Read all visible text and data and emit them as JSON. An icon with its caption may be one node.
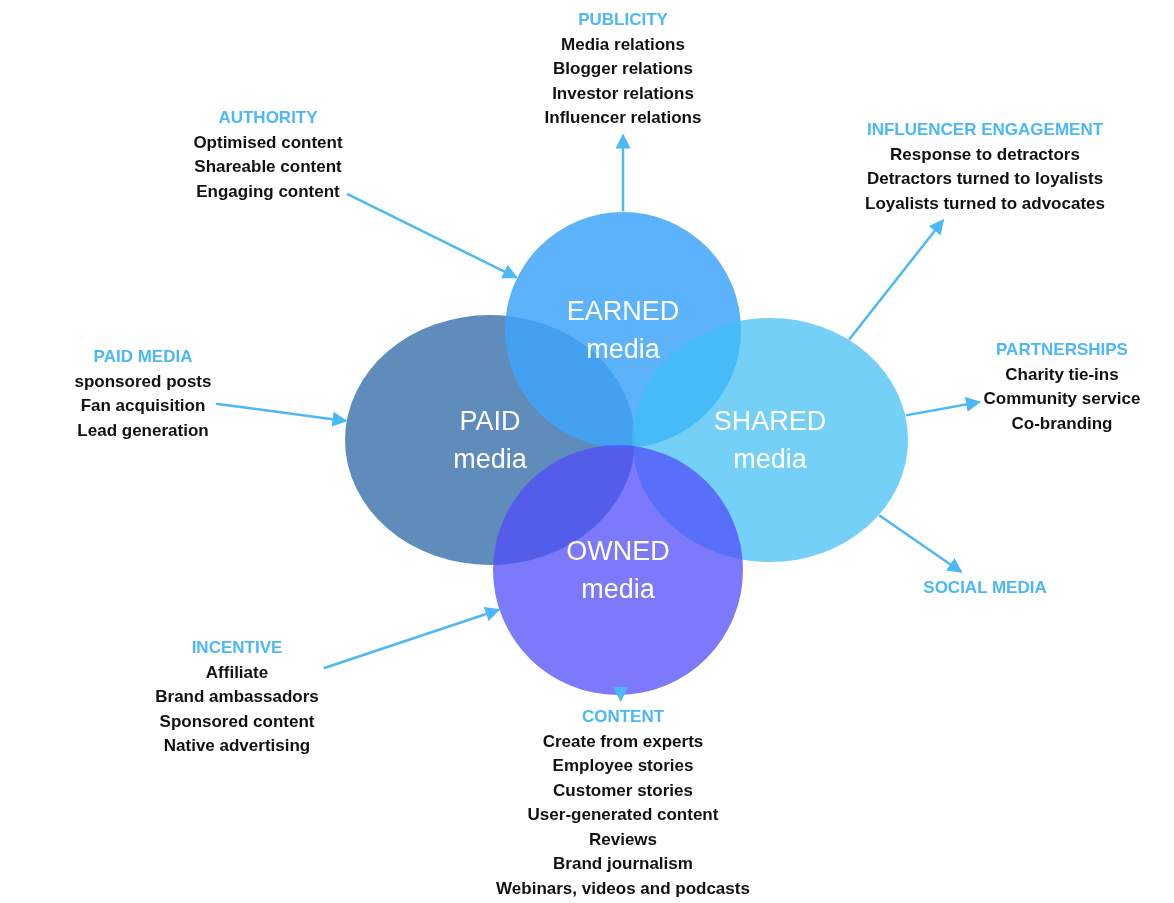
{
  "diagram": {
    "nodes": [
      {
        "text": [
          "PUBLICITY",
          "Media relations",
          "Blogger relations",
          "Investor relations",
          "Influencer relations"
        ]
      },
      {
        "text": [
          "AUTHORITY",
          "Optimised content",
          "Shareable content",
          "Engaging content"
        ]
      },
      {
        "text": [
          "INFLUENCER ENGAGEMENT",
          "Response to detractors",
          "Detractors turned to loyalists",
          "Loyalists turned to advocates"
        ]
      },
      {
        "text": [
          "EARNED media"
        ]
      },
      {
        "text": [
          "PAID MEDIA",
          "sponsored posts",
          "Fan acquisition",
          "Lead generation"
        ]
      },
      {
        "text": [
          "PARTNERSHIPS",
          "Charity tie-ins",
          "Community service",
          "Co-branding"
        ]
      },
      {
        "text": [
          "PAID media"
        ]
      },
      {
        "text": [
          "SHARED media"
        ]
      },
      {
        "text": [
          "OWNED media"
        ]
      },
      {
        "text": [
          "SOCIAL MEDIA"
        ]
      },
      {
        "text": [
          "INCENTIVE",
          "Affiliate",
          "Brand ambassadors",
          "Sponsored content",
          "Native advertising"
        ]
      },
      {
        "text": [
          "CONTENT",
          "Create from experts",
          "Employee stories",
          "Customer stories",
          "User-generated content",
          "Reviews",
          "Brand journalism",
          "Webinars, videos and podcasts"
        ]
      }
    ],
    "edges": [
      {
        "from": 3,
        "to": 0,
        "arrow": "to"
      },
      {
        "from": 1,
        "to": 3,
        "arrow": "to"
      },
      {
        "from": 7,
        "to": 2,
        "arrow": "to"
      },
      {
        "from": 7,
        "to": 5,
        "arrow": "to"
      },
      {
        "from": 4,
        "to": 6,
        "arrow": "to"
      },
      {
        "from": 10,
        "to": 8,
        "arrow": "to"
      },
      {
        "from": 8,
        "to": 11,
        "arrow": "to"
      },
      {
        "from": 7,
        "to": 9,
        "arrow": "to"
      }
    ]
  }
}
